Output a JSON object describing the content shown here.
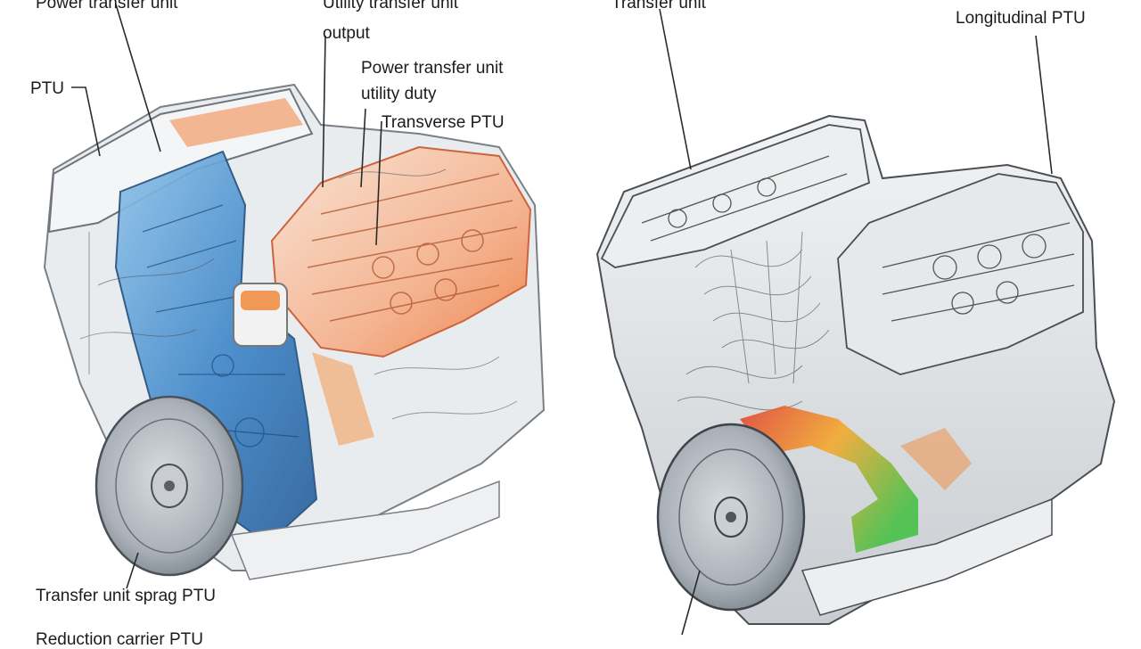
{
  "left_engine": {
    "labels": {
      "top_cut": "Power transfer unit",
      "ptu": "PTU",
      "top_center_1": "Utility transfer unit",
      "top_center_2": "output",
      "power_1": "Power transfer unit",
      "power_2": "utility duty",
      "transverse": "Transverse PTU",
      "bottom_1": "Transfer unit sprag PTU",
      "bottom_cut": "Reduction carrier PTU"
    },
    "colors": {
      "housing": "#3f86c8",
      "hot_top": "#ef7a3c",
      "hot_glow": "#f6b08a"
    }
  },
  "right_engine": {
    "labels": {
      "top_cut": "Transfer unit",
      "longitudinal": "Longitudinal PTU"
    },
    "colors": {
      "gradient_start": "#e23c2a",
      "gradient_mid": "#f5a623",
      "gradient_end": "#3fbf3f",
      "line_art": "#555555"
    }
  }
}
